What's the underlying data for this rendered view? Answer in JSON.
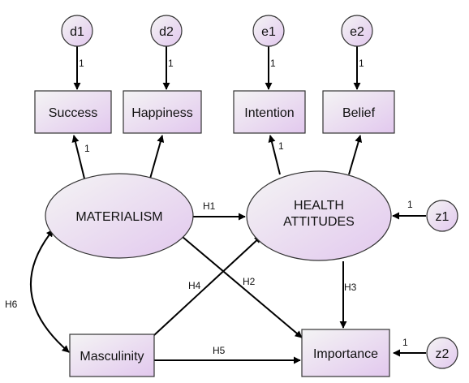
{
  "diagram": {
    "latent": {
      "materialism": "MATERIALISM",
      "health_line1": "HEALTH",
      "health_line2": "ATTITUDES"
    },
    "observed": {
      "success": "Success",
      "happiness": "Happiness",
      "intention": "Intention",
      "belief": "Belief",
      "masculinity": "Masculinity",
      "importance": "Importance"
    },
    "errors": {
      "d1": "d1",
      "d2": "d2",
      "e1": "e1",
      "e2": "e2",
      "z1": "z1",
      "z2": "z2"
    },
    "paths": {
      "h1": "H1",
      "h2": "H2",
      "h3": "H3",
      "h4": "H4",
      "h5": "H5",
      "h6": "H6"
    },
    "weights": {
      "d1": "1",
      "d2": "1",
      "e1": "1",
      "e2": "1",
      "success": "1",
      "intention": "1",
      "z1": "1",
      "z2": "1"
    },
    "colors": {
      "fill_start": "#f2f2f2",
      "fill_end": "#e3c9ee",
      "stroke": "#333333",
      "arrow": "#000000"
    }
  }
}
